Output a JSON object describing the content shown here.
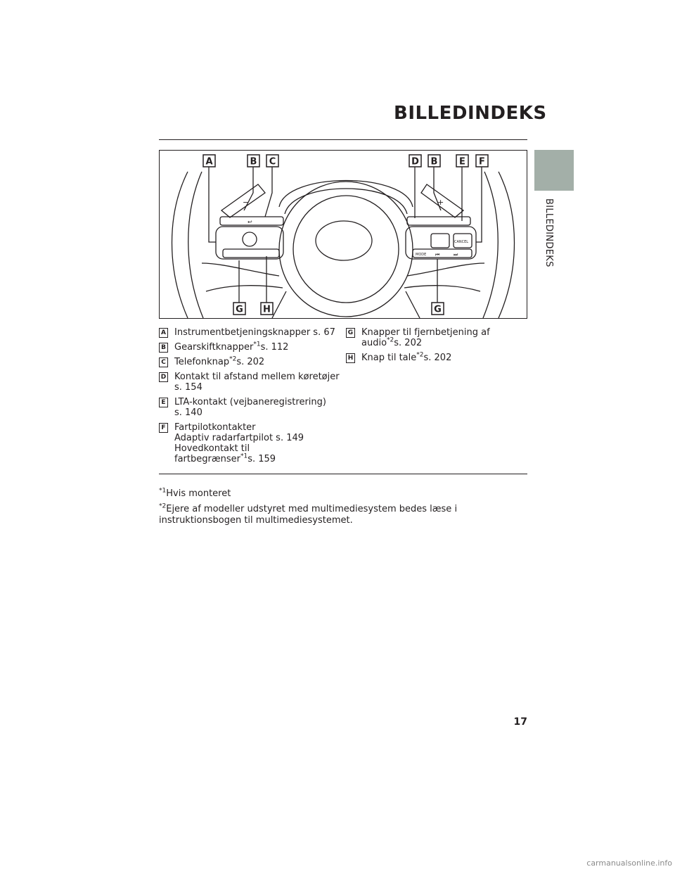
{
  "header": {
    "title": "BILLEDINDEKS",
    "side_label": "BILLEDINDEKS"
  },
  "figure": {
    "callouts_top": [
      "A",
      "B",
      "C",
      "D",
      "B",
      "E",
      "F"
    ],
    "callouts_bottom": [
      "G",
      "H",
      "G"
    ],
    "button_labels": {
      "back": "↩",
      "cancel": "CANCEL",
      "mode": "MODE",
      "prev": "⏮",
      "next": "⏭",
      "minus": "−",
      "plus": "+"
    }
  },
  "items_left": [
    {
      "letter": "A",
      "lines": [
        "Instrumentbetjeningsknapper s. 67"
      ]
    },
    {
      "letter": "B",
      "pre": "Gearskiftknapper",
      "sup": "*1",
      "post": "s. 112"
    },
    {
      "letter": "C",
      "pre": "Telefonknap",
      "sup": "*2",
      "post": "s. 202"
    },
    {
      "letter": "D",
      "lines": [
        "Kontakt til afstand mellem køretøjer",
        "s. 154"
      ]
    },
    {
      "letter": "E",
      "lines": [
        "LTA-kontakt (vejbaneregistrering)",
        "s. 140"
      ]
    },
    {
      "letter": "F",
      "lines": [
        "Fartpilotkontakter",
        "Adaptiv radarfartpilot s. 149",
        "Hovedkontakt til"
      ],
      "pre": "fartbegrænser",
      "sup": "*1",
      "post": "s. 159"
    }
  ],
  "items_right": [
    {
      "letter": "G",
      "lines": [
        "Knapper til fjernbetjening af"
      ],
      "pre": "audio",
      "sup": "*2",
      "post": "s. 202"
    },
    {
      "letter": "H",
      "pre": "Knap til tale",
      "sup": "*2",
      "post": "s. 202"
    }
  ],
  "footnotes": [
    {
      "mark": "*1",
      "text": "Hvis monteret"
    },
    {
      "mark": "*2",
      "text": "Ejere af modeller udstyret med multimediesystem bedes læse i instruktionsbogen til multimediesystemet."
    }
  ],
  "page_number": "17",
  "watermark": "carmanualsonline.info"
}
